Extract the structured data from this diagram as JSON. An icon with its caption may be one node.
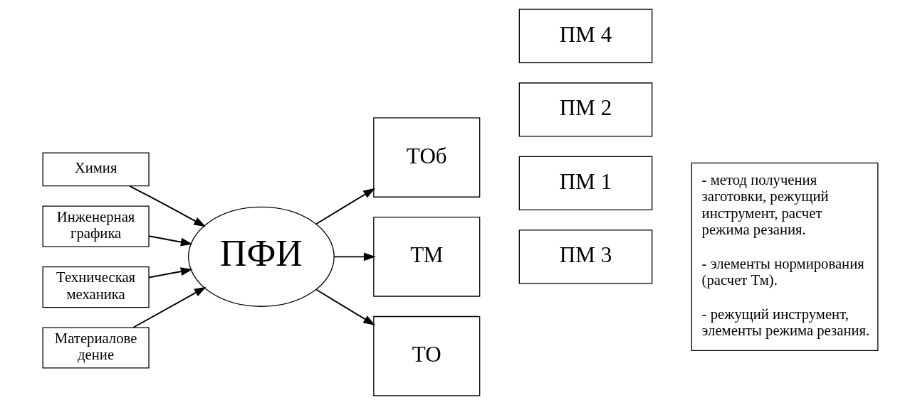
{
  "diagram": {
    "nodes": [
      {
        "text": [
          "Химия"
        ]
      },
      {
        "text": [
          "Инженерная графика"
        ]
      },
      {
        "text": [
          "Техническая механика"
        ]
      },
      {
        "text": [
          "Материалове дение"
        ]
      },
      {
        "text": [
          "ПФИ"
        ]
      },
      {
        "text": [
          "ТОб"
        ]
      },
      {
        "text": [
          "ТМ"
        ]
      },
      {
        "text": [
          "ТО"
        ]
      },
      {
        "text": [
          "ПМ 1"
        ]
      },
      {
        "text": [
          "ПМ 2"
        ]
      },
      {
        "text": [
          "ПМ 3"
        ]
      },
      {
        "text": [
          "ПМ 4"
        ]
      },
      {
        "text": [
          "- метод получения заготовки, режущий инструмент, расчет режима резания.",
          "- элементы нормирования (расчет Тм).",
          "- режущий инструмент, элементы режима резания."
        ]
      }
    ],
    "edges": [
      {
        "from": 0,
        "to": 4,
        "arrow": "to"
      },
      {
        "from": 1,
        "to": 4,
        "arrow": "to"
      },
      {
        "from": 2,
        "to": 4,
        "arrow": "to"
      },
      {
        "from": 3,
        "to": 4,
        "arrow": "to"
      },
      {
        "from": 4,
        "to": 5,
        "arrow": "to"
      },
      {
        "from": 4,
        "to": 6,
        "arrow": "to"
      },
      {
        "from": 4,
        "to": 7,
        "arrow": "to"
      }
    ]
  }
}
